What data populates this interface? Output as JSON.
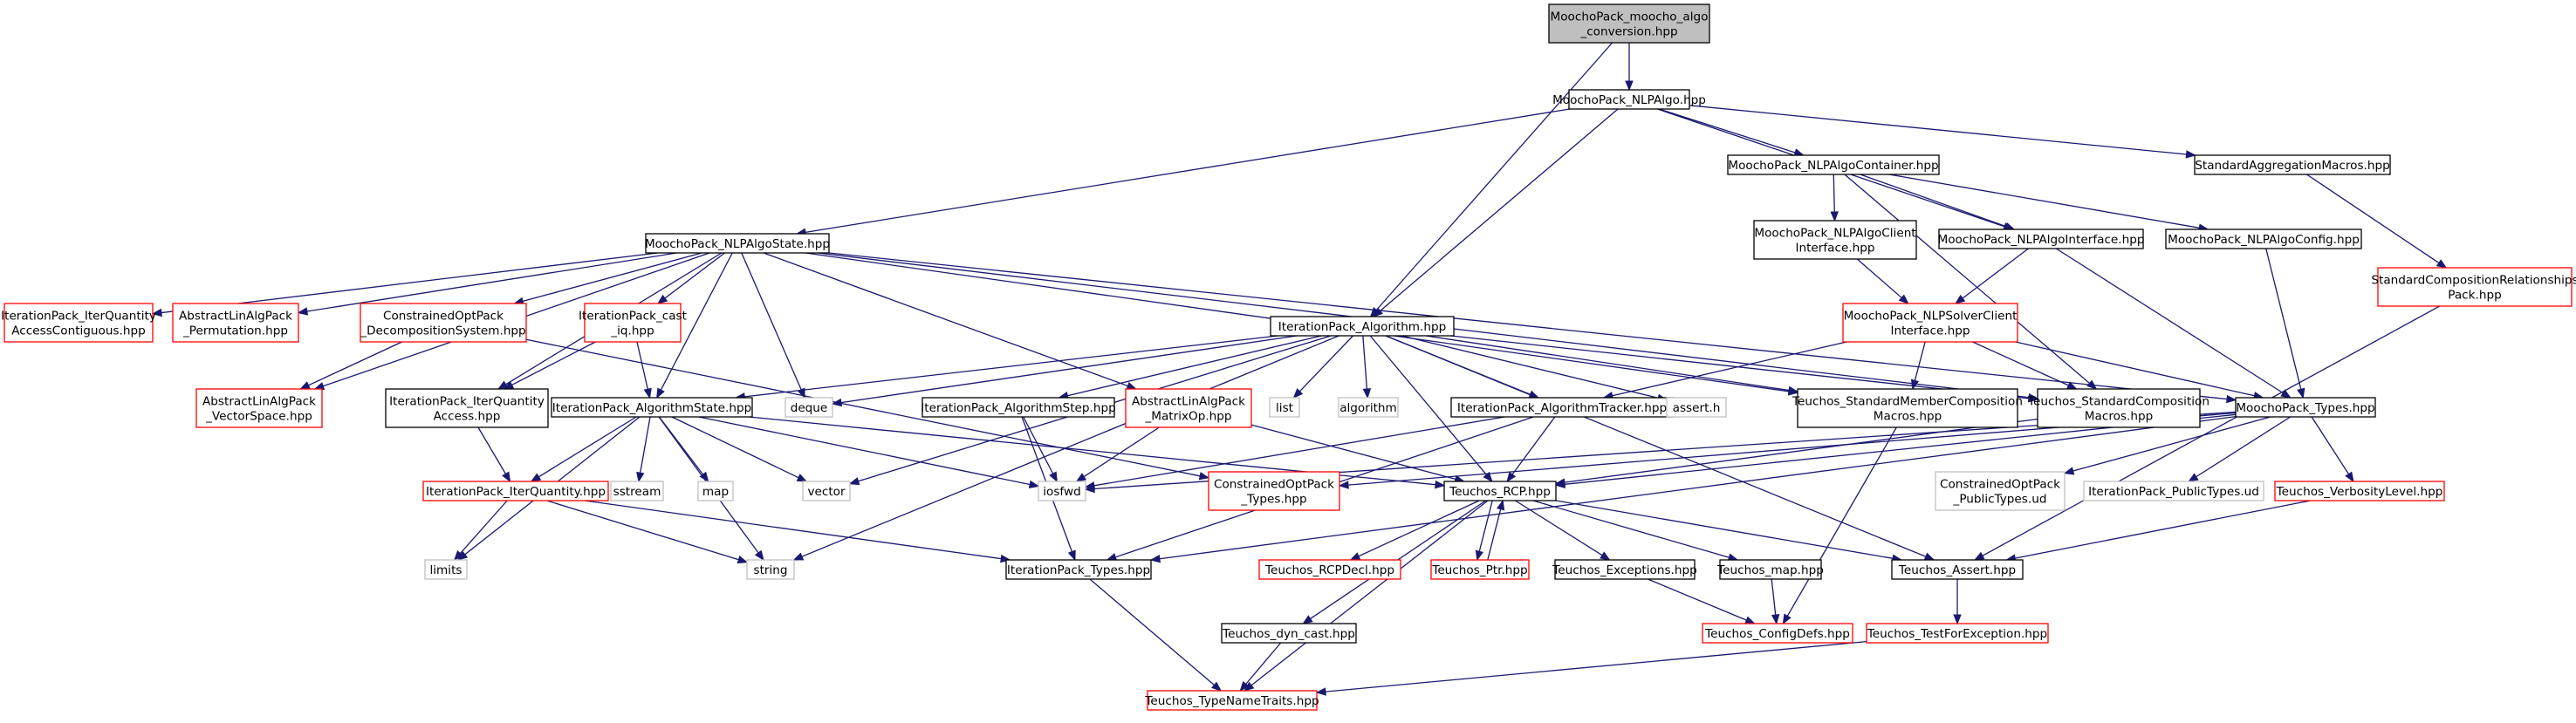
{
  "colors": {
    "edge": "#191970",
    "box_black": "#000000",
    "box_red": "#ff0000",
    "box_gray": "#bfbfbf",
    "root_fill": "#bfbfbf",
    "text": "#000000"
  },
  "nodes": [
    {
      "id": "root",
      "lines": [
        "MoochoPack_moocho_algo",
        "_conversion.hpp"
      ],
      "style": "root"
    },
    {
      "id": "nlpalgo",
      "lines": [
        "MoochoPack_NLPAlgo.hpp"
      ],
      "style": "black"
    },
    {
      "id": "nlpalgocontainer",
      "lines": [
        "MoochoPack_NLPAlgoContainer.hpp"
      ],
      "style": "black"
    },
    {
      "id": "stdaggmacros",
      "lines": [
        "StandardAggregationMacros.hpp"
      ],
      "style": "black"
    },
    {
      "id": "stdcomprel",
      "lines": [
        "StandardCompositionRelationships",
        "Pack.hpp"
      ],
      "style": "red"
    },
    {
      "id": "nlpalgoclientif",
      "lines": [
        "MoochoPack_NLPAlgoClient",
        "Interface.hpp"
      ],
      "style": "black"
    },
    {
      "id": "nlpalgointerface",
      "lines": [
        "MoochoPack_NLPAlgoInterface.hpp"
      ],
      "style": "black"
    },
    {
      "id": "nlpalgoconfig",
      "lines": [
        "MoochoPack_NLPAlgoConfig.hpp"
      ],
      "style": "black"
    },
    {
      "id": "nlpalgostate",
      "lines": [
        "MoochoPack_NLPAlgoState.hpp"
      ],
      "style": "black"
    },
    {
      "id": "iqcontig",
      "lines": [
        "IterationPack_IterQuantity",
        "AccessContiguous.hpp"
      ],
      "style": "red"
    },
    {
      "id": "ablaperm",
      "lines": [
        "AbstractLinAlgPack",
        "_Permutation.hpp"
      ],
      "style": "red"
    },
    {
      "id": "cop_decomp",
      "lines": [
        "ConstrainedOptPack",
        "_DecompositionSystem.hpp"
      ],
      "style": "red"
    },
    {
      "id": "castiq",
      "lines": [
        "IterationPack_cast",
        "_iq.hpp"
      ],
      "style": "red"
    },
    {
      "id": "nlpsolverclientif",
      "lines": [
        "MoochoPack_NLPSolverClient",
        "Interface.hpp"
      ],
      "style": "red"
    },
    {
      "id": "ablavs",
      "lines": [
        "AbstractLinAlgPack",
        "_VectorSpace.hpp"
      ],
      "style": "red"
    },
    {
      "id": "iqaccess",
      "lines": [
        "IterationPack_IterQuantity",
        "Access.hpp"
      ],
      "style": "black"
    },
    {
      "id": "algorithm",
      "lines": [
        "IterationPack_Algorithm.hpp"
      ],
      "style": "black"
    },
    {
      "id": "algostate",
      "lines": [
        "IterationPack_AlgorithmState.hpp"
      ],
      "style": "black"
    },
    {
      "id": "deque",
      "lines": [
        "deque"
      ],
      "style": "gray"
    },
    {
      "id": "algostep",
      "lines": [
        "IterationPack_AlgorithmStep.hpp"
      ],
      "style": "black"
    },
    {
      "id": "ablamatrixop",
      "lines": [
        "AbstractLinAlgPack",
        "_MatrixOp.hpp"
      ],
      "style": "red"
    },
    {
      "id": "list",
      "lines": [
        "list"
      ],
      "style": "gray"
    },
    {
      "id": "algorithmstd",
      "lines": [
        "algorithm"
      ],
      "style": "gray"
    },
    {
      "id": "algotracker",
      "lines": [
        "IterationPack_AlgorithmTracker.hpp"
      ],
      "style": "black"
    },
    {
      "id": "asserth",
      "lines": [
        "assert.h"
      ],
      "style": "gray"
    },
    {
      "id": "stdmembercomp",
      "lines": [
        "Teuchos_StandardMemberComposition",
        "Macros.hpp"
      ],
      "style": "black"
    },
    {
      "id": "stdcomp",
      "lines": [
        "Teuchos_StandardComposition",
        "Macros.hpp"
      ],
      "style": "black"
    },
    {
      "id": "moochotypes",
      "lines": [
        "MoochoPack_Types.hpp"
      ],
      "style": "black"
    },
    {
      "id": "iterquantity",
      "lines": [
        "IterationPack_IterQuantity.hpp"
      ],
      "style": "red"
    },
    {
      "id": "sstream",
      "lines": [
        "sstream"
      ],
      "style": "gray"
    },
    {
      "id": "map",
      "lines": [
        "map"
      ],
      "style": "gray"
    },
    {
      "id": "vector",
      "lines": [
        "vector"
      ],
      "style": "gray"
    },
    {
      "id": "iosfwd",
      "lines": [
        "iosfwd"
      ],
      "style": "gray"
    },
    {
      "id": "coptypes",
      "lines": [
        "ConstrainedOptPack",
        "_Types.hpp"
      ],
      "style": "red"
    },
    {
      "id": "rcp",
      "lines": [
        "Teuchos_RCP.hpp"
      ],
      "style": "black"
    },
    {
      "id": "copublictypes",
      "lines": [
        "ConstrainedOptPack",
        "_PublicTypes.ud"
      ],
      "style": "gray"
    },
    {
      "id": "ippublictypes",
      "lines": [
        "IterationPack_PublicTypes.ud"
      ],
      "style": "gray"
    },
    {
      "id": "verbosity",
      "lines": [
        "Teuchos_VerbosityLevel.hpp"
      ],
      "style": "red"
    },
    {
      "id": "limits",
      "lines": [
        "limits"
      ],
      "style": "gray"
    },
    {
      "id": "string",
      "lines": [
        "string"
      ],
      "style": "gray"
    },
    {
      "id": "iptypes",
      "lines": [
        "IterationPack_Types.hpp"
      ],
      "style": "black"
    },
    {
      "id": "rcpdecl",
      "lines": [
        "Teuchos_RCPDecl.hpp"
      ],
      "style": "red"
    },
    {
      "id": "ptr",
      "lines": [
        "Teuchos_Ptr.hpp"
      ],
      "style": "red"
    },
    {
      "id": "exceptions",
      "lines": [
        "Teuchos_Exceptions.hpp"
      ],
      "style": "black"
    },
    {
      "id": "tmap",
      "lines": [
        "Teuchos_map.hpp"
      ],
      "style": "black"
    },
    {
      "id": "tassert",
      "lines": [
        "Teuchos_Assert.hpp"
      ],
      "style": "black"
    },
    {
      "id": "dyncast",
      "lines": [
        "Teuchos_dyn_cast.hpp"
      ],
      "style": "black"
    },
    {
      "id": "configdefs",
      "lines": [
        "Teuchos_ConfigDefs.hpp"
      ],
      "style": "red"
    },
    {
      "id": "testforexc",
      "lines": [
        "Teuchos_TestForException.hpp"
      ],
      "style": "red"
    },
    {
      "id": "typenametraits",
      "lines": [
        "Teuchos_TypeNameTraits.hpp"
      ],
      "style": "red"
    }
  ],
  "edges": [
    [
      "root",
      "nlpalgo"
    ],
    [
      "root",
      "algorithm"
    ],
    [
      "nlpalgo",
      "nlpalgocontainer"
    ],
    [
      "nlpalgo",
      "stdaggmacros"
    ],
    [
      "nlpalgo",
      "nlpalgointerface"
    ],
    [
      "nlpalgo",
      "nlpalgostate"
    ],
    [
      "nlpalgo",
      "algorithm"
    ],
    [
      "nlpalgocontainer",
      "nlpalgoclientif"
    ],
    [
      "nlpalgocontainer",
      "nlpalgointerface"
    ],
    [
      "nlpalgocontainer",
      "nlpalgoconfig"
    ],
    [
      "nlpalgocontainer",
      "stdcomp"
    ],
    [
      "stdaggmacros",
      "stdcomprel"
    ],
    [
      "stdcomprel",
      "tassert"
    ],
    [
      "nlpalgoclientif",
      "nlpsolverclientif"
    ],
    [
      "nlpalgointerface",
      "nlpsolverclientif"
    ],
    [
      "nlpalgointerface",
      "moochotypes"
    ],
    [
      "nlpalgoconfig",
      "moochotypes"
    ],
    [
      "nlpalgostate",
      "iqcontig"
    ],
    [
      "nlpalgostate",
      "ablaperm"
    ],
    [
      "nlpalgostate",
      "cop_decomp"
    ],
    [
      "nlpalgostate",
      "castiq"
    ],
    [
      "nlpalgostate",
      "ablavs"
    ],
    [
      "nlpalgostate",
      "iqaccess"
    ],
    [
      "nlpalgostate",
      "algostate"
    ],
    [
      "nlpalgostate",
      "deque"
    ],
    [
      "nlpalgostate",
      "ablamatrixop"
    ],
    [
      "nlpalgostate",
      "stdmembercomp"
    ],
    [
      "nlpalgostate",
      "stdcomp"
    ],
    [
      "nlpalgostate",
      "moochotypes"
    ],
    [
      "cop_decomp",
      "ablavs"
    ],
    [
      "cop_decomp",
      "coptypes"
    ],
    [
      "castiq",
      "iqaccess"
    ],
    [
      "castiq",
      "algostate"
    ],
    [
      "nlpsolverclientif",
      "algotracker"
    ],
    [
      "nlpsolverclientif",
      "stdmembercomp"
    ],
    [
      "nlpsolverclientif",
      "stdcomp"
    ],
    [
      "nlpsolverclientif",
      "moochotypes"
    ],
    [
      "iqaccess",
      "iterquantity"
    ],
    [
      "algorithm",
      "algostate"
    ],
    [
      "algorithm",
      "deque"
    ],
    [
      "algorithm",
      "algostep"
    ],
    [
      "algorithm",
      "list"
    ],
    [
      "algorithm",
      "algorithmstd"
    ],
    [
      "algorithm",
      "algotracker"
    ],
    [
      "algorithm",
      "asserth"
    ],
    [
      "algorithm",
      "stdmembercomp"
    ],
    [
      "algorithm",
      "stdcomp"
    ],
    [
      "algorithm",
      "rcp"
    ],
    [
      "algorithm",
      "tassert"
    ],
    [
      "algorithm",
      "vector"
    ],
    [
      "algorithm",
      "string"
    ],
    [
      "algostate",
      "iterquantity"
    ],
    [
      "algostate",
      "sstream"
    ],
    [
      "algostate",
      "map"
    ],
    [
      "algostate",
      "vector"
    ],
    [
      "algostate",
      "iosfwd"
    ],
    [
      "algostate",
      "rcp"
    ],
    [
      "algostate",
      "limits"
    ],
    [
      "algostate",
      "string"
    ],
    [
      "algostep",
      "iosfwd"
    ],
    [
      "algostep",
      "iptypes"
    ],
    [
      "ablamatrixop",
      "iosfwd"
    ],
    [
      "ablamatrixop",
      "rcp"
    ],
    [
      "algotracker",
      "iosfwd"
    ],
    [
      "algotracker",
      "rcp"
    ],
    [
      "algotracker",
      "iptypes"
    ],
    [
      "stdmembercomp",
      "configdefs"
    ],
    [
      "stdcomp",
      "rcp"
    ],
    [
      "moochotypes",
      "coptypes"
    ],
    [
      "moochotypes",
      "rcp"
    ],
    [
      "moochotypes",
      "copublictypes"
    ],
    [
      "moochotypes",
      "ippublictypes"
    ],
    [
      "moochotypes",
      "verbosity"
    ],
    [
      "moochotypes",
      "iptypes"
    ],
    [
      "moochotypes",
      "iosfwd"
    ],
    [
      "iterquantity",
      "limits"
    ],
    [
      "iterquantity",
      "string"
    ],
    [
      "iterquantity",
      "iptypes"
    ],
    [
      "verbosity",
      "tassert"
    ],
    [
      "rcp",
      "rcpdecl"
    ],
    [
      "rcp",
      "ptr"
    ],
    [
      "rcp",
      "exceptions"
    ],
    [
      "rcp",
      "tmap"
    ],
    [
      "rcp",
      "tassert"
    ],
    [
      "rcp",
      "dyncast"
    ],
    [
      "rcp",
      "typenametraits"
    ],
    [
      "ptr",
      "rcp"
    ],
    [
      "iptypes",
      "typenametraits"
    ],
    [
      "exceptions",
      "configdefs"
    ],
    [
      "tmap",
      "configdefs"
    ],
    [
      "tassert",
      "testforexc"
    ],
    [
      "testforexc",
      "typenametraits"
    ],
    [
      "dyncast",
      "typenametraits"
    ]
  ]
}
